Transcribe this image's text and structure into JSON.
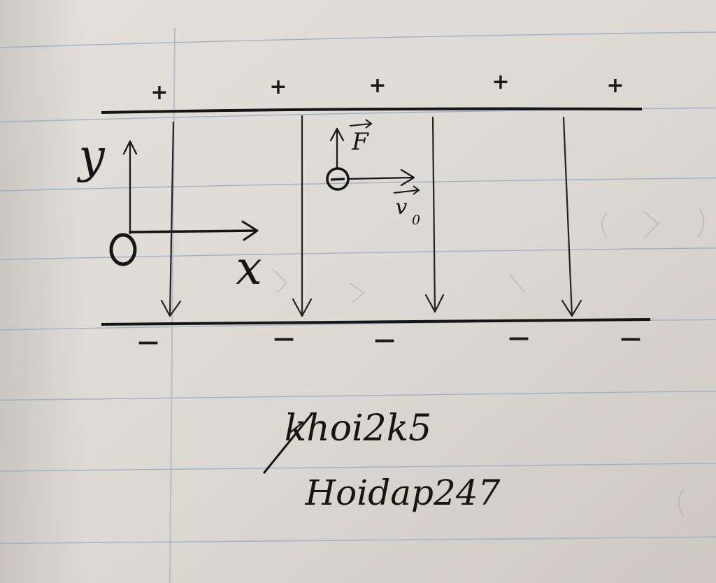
{
  "diagram": {
    "plate_top_charges": [
      "+",
      "+",
      "+",
      "+",
      "+"
    ],
    "plate_bottom_charges": [
      "—",
      "—",
      "—",
      "—",
      "—"
    ],
    "axes": {
      "origin": "O",
      "x_label": "x",
      "y_label": "y"
    },
    "particle": {
      "charge": "⊖",
      "force_label": "F",
      "velocity_label": "v",
      "velocity_subscript": "0"
    }
  },
  "signature": {
    "line1": "khoi2k5",
    "line2": "Hoidap247"
  },
  "colors": {
    "paper": "#dcd8d2",
    "ink": "#151515",
    "ruled_line": "#9fb0c8",
    "margin_line": "#b9bcc6"
  }
}
